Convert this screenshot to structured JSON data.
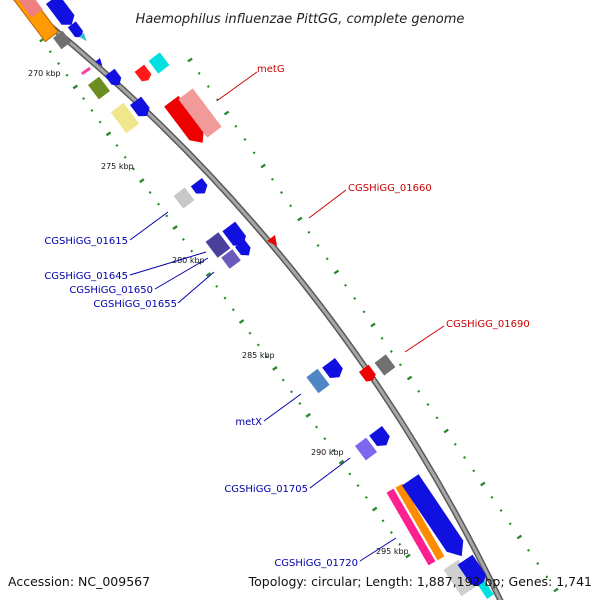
{
  "title": "Haemophilus influenzae PittGG, complete genome",
  "accession": "Accession: NC_009567",
  "topology": "Topology: circular; Length: 1,887,192 bp; Genes: 1,741",
  "ticks": [
    "270 kbp",
    "275 kbp",
    "280 kbp",
    "285 kbp",
    "290 kbp",
    "295 kbp"
  ],
  "labels": [
    {
      "text": "metG",
      "strand": "forward"
    },
    {
      "text": "CGSHiGG_01660",
      "strand": "forward"
    },
    {
      "text": "CGSHiGG_01690",
      "strand": "forward"
    },
    {
      "text": "CGSHiGG_01615",
      "strand": "reverse"
    },
    {
      "text": "CGSHiGG_01645",
      "strand": "reverse"
    },
    {
      "text": "CGSHiGG_01650",
      "strand": "reverse"
    },
    {
      "text": "CGSHiGG_01655",
      "strand": "reverse"
    },
    {
      "text": "metX",
      "strand": "reverse"
    },
    {
      "text": "CGSHiGG_01705",
      "strand": "reverse"
    },
    {
      "text": "CGSHiGG_01720",
      "strand": "reverse"
    }
  ],
  "colors": {
    "backbone": "#8a8a8a",
    "forward_label": "#cc0000",
    "reverse_label": "#0000aa",
    "tick_dash": "#2a8a2a"
  }
}
